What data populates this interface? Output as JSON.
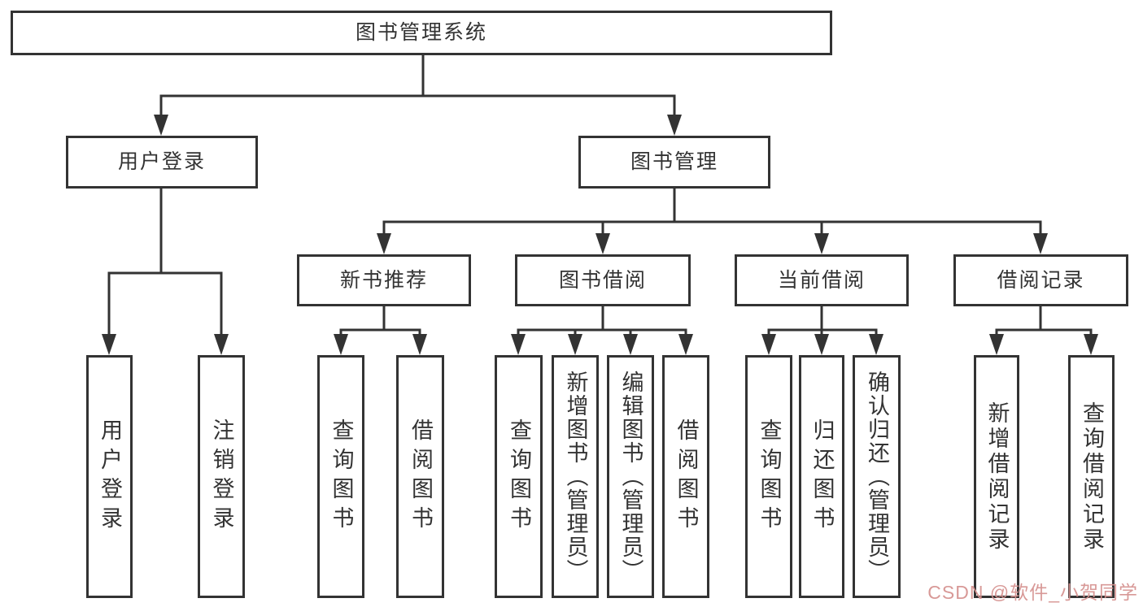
{
  "page": {
    "background": "#ffffff",
    "line_color": "#333333",
    "box_border_color": "#333333",
    "box_fill": "#ffffff",
    "text_color": "#333333"
  },
  "diagram": {
    "type": "tree",
    "tree": {
      "label": "图书管理系统",
      "children": [
        {
          "label": "用户登录",
          "children": [
            {
              "label": "用户登录"
            },
            {
              "label": "注销登录"
            }
          ]
        },
        {
          "label": "图书管理",
          "children": [
            {
              "label": "新书推荐",
              "children": [
                {
                  "label": "查询图书"
                },
                {
                  "label": "借阅图书"
                }
              ]
            },
            {
              "label": "图书借阅",
              "children": [
                {
                  "label": "查询图书"
                },
                {
                  "label": "新增图书（管理员）"
                },
                {
                  "label": "编辑图书（管理员）"
                },
                {
                  "label": "借阅图书"
                }
              ]
            },
            {
              "label": "当前借阅",
              "children": [
                {
                  "label": "查询图书"
                },
                {
                  "label": "归还图书"
                },
                {
                  "label": "确认归还（管理员）"
                }
              ]
            },
            {
              "label": "借阅记录",
              "children": [
                {
                  "label": "新增借阅记录"
                },
                {
                  "label": "查询借阅记录"
                }
              ]
            }
          ]
        }
      ]
    }
  },
  "watermark": {
    "text": "CSDN @软件_小贺同学",
    "color": "#d5918f"
  }
}
